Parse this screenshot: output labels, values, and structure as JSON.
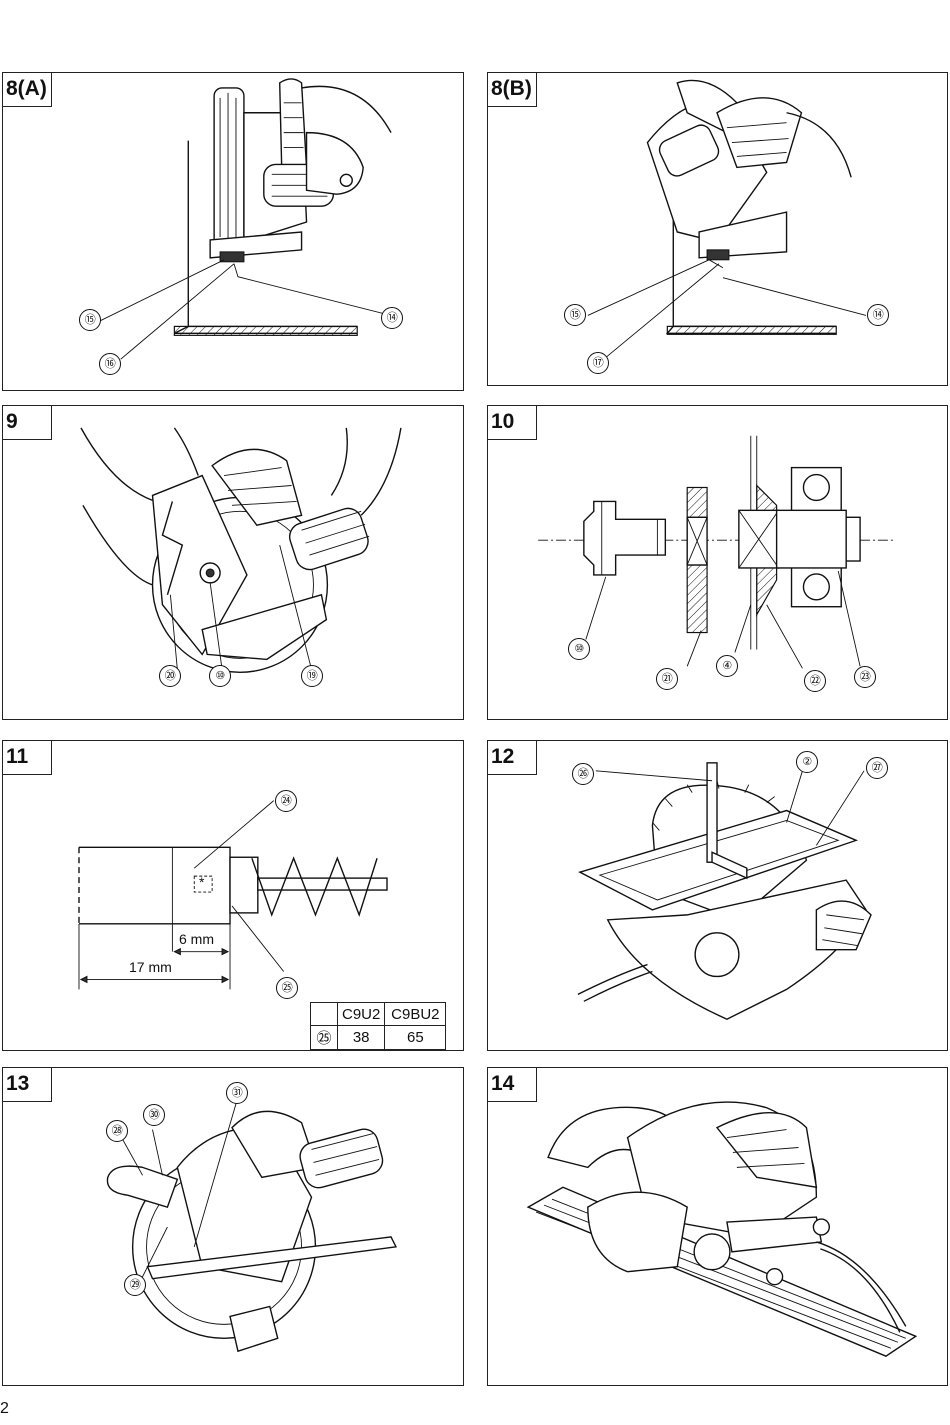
{
  "page_number": "2",
  "figures": [
    {
      "id": "8a",
      "label": "8(A)",
      "callouts": [
        "⑮",
        "⑭",
        "⑯"
      ]
    },
    {
      "id": "8b",
      "label": "8(B)",
      "callouts": [
        "⑮",
        "⑭",
        "⑰"
      ]
    },
    {
      "id": "9",
      "label": "9",
      "callouts": [
        "⑳",
        "⑩",
        "⑲"
      ]
    },
    {
      "id": "10",
      "label": "10",
      "callouts": [
        "⑩",
        "㉑",
        "④",
        "㉒",
        "㉓"
      ]
    },
    {
      "id": "11",
      "label": "11",
      "callouts": [
        "㉔",
        "㉕"
      ],
      "dimensions": [
        "6 mm",
        "17 mm"
      ],
      "table": {
        "headers": [
          "",
          "C9U2",
          "C9BU2"
        ],
        "row": [
          "㉕",
          "38",
          "65"
        ]
      }
    },
    {
      "id": "12",
      "label": "12",
      "callouts": [
        "㉖",
        "②",
        "㉗"
      ]
    },
    {
      "id": "13",
      "label": "13",
      "callouts": [
        "㉘",
        "㉚",
        "㉛",
        "㉙"
      ]
    },
    {
      "id": "14",
      "label": "14",
      "callouts": []
    }
  ]
}
